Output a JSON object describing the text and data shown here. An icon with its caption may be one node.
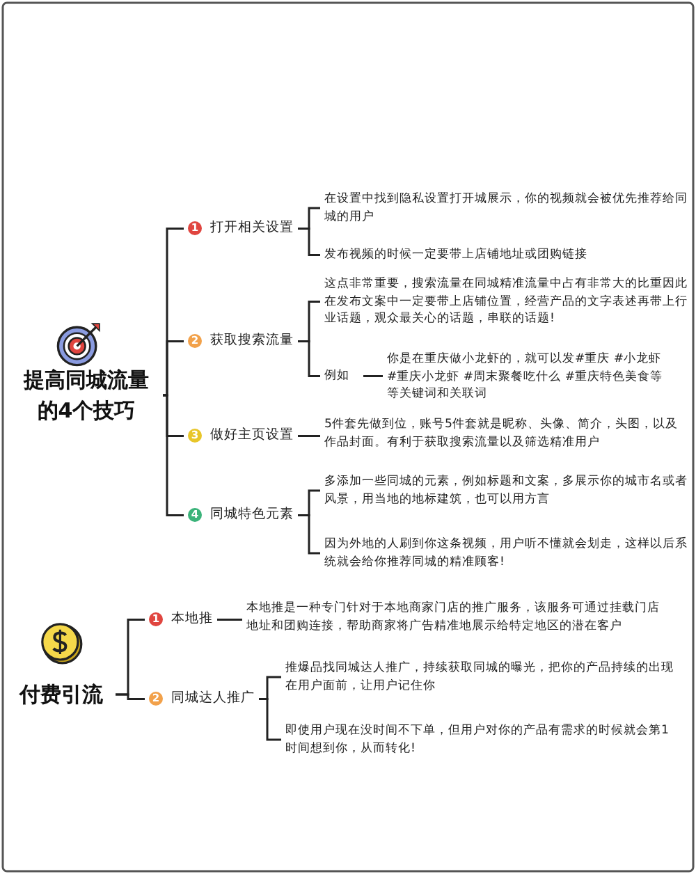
{
  "diagram": {
    "nodes": [
      {
        "text": [
          "提高同城流量的4个技巧"
        ]
      },
      {
        "text": [
          "1",
          "打开相关设置"
        ]
      },
      {
        "text": [
          "在设置中找到隐私设置打开城展示，你的视频就会被优先推荐给同城的用户"
        ]
      },
      {
        "text": [
          "发布视频的时候一定要带上店铺地址或团购链接"
        ]
      },
      {
        "text": [
          "2",
          "获取搜索流量"
        ]
      },
      {
        "text": [
          "这点非常重要，搜索流量在同城精准流量中占有非常大的比重因此在发布文案中一定要带上店铺位置，经营产品的文字表述再带上行业话题，观众最关心的话题，串联的话题!"
        ]
      },
      {
        "text": [
          "例如"
        ]
      },
      {
        "text": [
          "你是在重庆做小龙虾的，就可以发#重庆 #小龙虾 #重庆小龙虾 #周末聚餐吃什么 #重庆特色美食等等关键词和关联词"
        ]
      },
      {
        "text": [
          "3",
          "做好主页设置"
        ]
      },
      {
        "text": [
          "5件套先做到位，账号5件套就是昵称、头像、简介，头图，以及作品封面。有利于获取搜索流量以及筛选精准用户"
        ]
      },
      {
        "text": [
          "4",
          "同城特色元素"
        ]
      },
      {
        "text": [
          "多添加一些同城的元素，例如标题和文案，多展示你的城市名或者风景，用当地的地标建筑，也可以用方言"
        ]
      },
      {
        "text": [
          "因为外地的人刷到你这条视频，用户听不懂就会划走，这样以后系统就会给你推荐同城的精准顾客!"
        ]
      },
      {
        "text": [
          "付费引流"
        ]
      },
      {
        "text": [
          "1",
          "本地推"
        ]
      },
      {
        "text": [
          "本地推是一种专门针对于本地商家门店的推广服务，该服务可通过挂载门店地址和团购连接，帮助商家将广告精准地展示给特定地区的潜在客户"
        ]
      },
      {
        "text": [
          "2",
          "同城达人推广"
        ]
      },
      {
        "text": [
          "推爆品找同城达人推广，持续获取同城的曝光，把你的产品持续的出现在用户面前，让用户记住你"
        ]
      },
      {
        "text": [
          "即使用户现在没时间不下单，但用户对你的产品有需求的时候就会第1时间想到你，从而转化!"
        ]
      }
    ],
    "edges": [
      {
        "from": 0,
        "to": 1,
        "arrow": "none"
      },
      {
        "from": 0,
        "to": 4,
        "arrow": "none"
      },
      {
        "from": 0,
        "to": 8,
        "arrow": "none"
      },
      {
        "from": 0,
        "to": 10,
        "arrow": "none"
      },
      {
        "from": 1,
        "to": 2,
        "arrow": "none"
      },
      {
        "from": 1,
        "to": 3,
        "arrow": "none"
      },
      {
        "from": 4,
        "to": 5,
        "arrow": "none"
      },
      {
        "from": 4,
        "to": 6,
        "arrow": "none"
      },
      {
        "from": 6,
        "to": 7,
        "arrow": "none"
      },
      {
        "from": 8,
        "to": 9,
        "arrow": "none"
      },
      {
        "from": 10,
        "to": 11,
        "arrow": "none"
      },
      {
        "from": 10,
        "to": 12,
        "arrow": "none"
      },
      {
        "from": 13,
        "to": 14,
        "arrow": "none"
      },
      {
        "from": 13,
        "to": 16,
        "arrow": "none"
      },
      {
        "from": 14,
        "to": 15,
        "arrow": "none"
      },
      {
        "from": 16,
        "to": 17,
        "arrow": "none"
      },
      {
        "from": 16,
        "to": 18,
        "arrow": "none"
      }
    ]
  }
}
